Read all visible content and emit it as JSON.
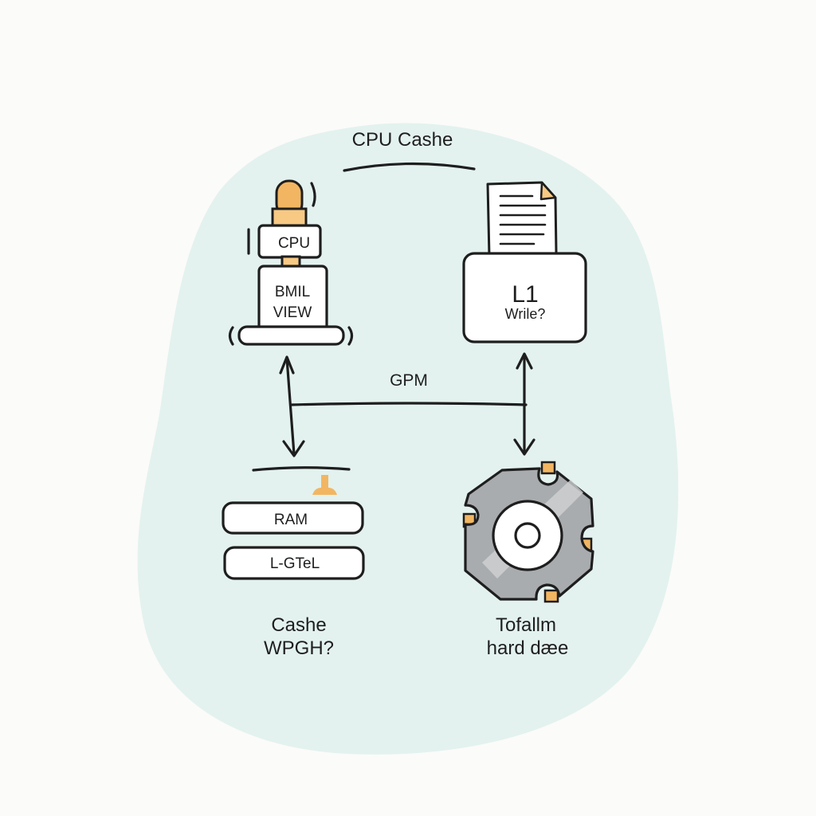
{
  "diagram": {
    "title": "CPU Cashe",
    "connector_label": "GPM",
    "cpu_node": {
      "top_label": "CPU",
      "body_line1": "BMIL",
      "body_line2": "VIEW"
    },
    "l1_node": {
      "title": "L1",
      "subtitle": "Wrile?"
    },
    "ram_node": {
      "bar1": "RAM",
      "bar2": "L-GTeL",
      "caption_line1": "Cashe",
      "caption_line2": "WPGH?"
    },
    "disk_node": {
      "caption_line1": "Tofallm",
      "caption_line2": "hard dæe"
    }
  },
  "colors": {
    "blob": "#e3f2ef",
    "accent": "#f2b662",
    "accent_light": "#f7c983",
    "ink": "#1e1e1e",
    "gear": "#a9acae"
  }
}
